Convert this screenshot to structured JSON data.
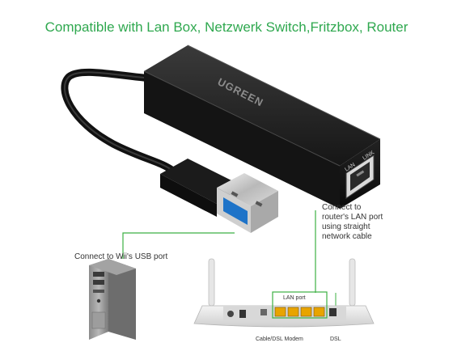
{
  "headline": "Compatible with Lan Box, Netzwerk Switch,Fritzbox, Router",
  "adapter": {
    "brand": "UGREEN",
    "port_tag_left": "LAN",
    "port_tag_right": "LINK"
  },
  "callouts": {
    "usb": "Connect to Wii's USB port",
    "lan": [
      "Connect to",
      "router's LAN port",
      "using straight",
      "network cable"
    ]
  },
  "router": {
    "lan_port_label": "LAN port",
    "modem_label": "Cable/DSL Modem",
    "dsl_label": "DSL"
  },
  "colors": {
    "headline_green": "#2fa84f",
    "leader_green": "#3cb043",
    "usb_blue": "#1e73c8",
    "port_yellow": "#e8a400"
  }
}
